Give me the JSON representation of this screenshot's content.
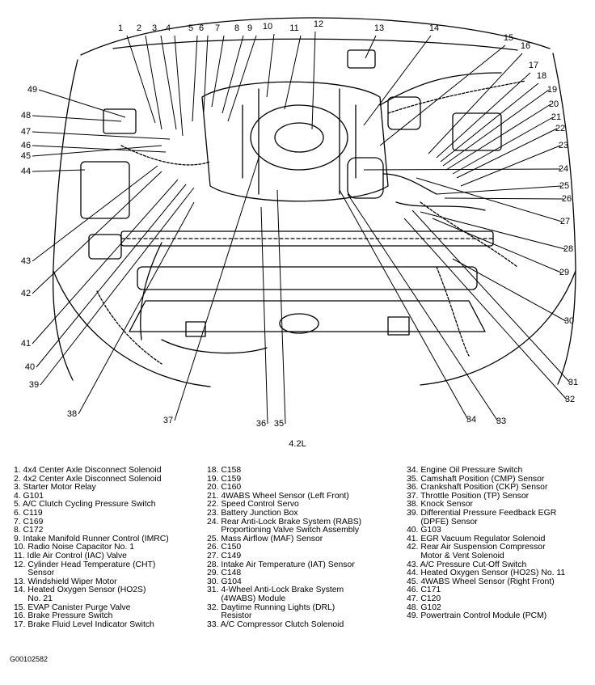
{
  "diagram": {
    "callout_numbers": [
      "1",
      "2",
      "3",
      "4",
      "5",
      "6",
      "7",
      "8",
      "9",
      "10",
      "11",
      "12",
      "13",
      "14",
      "15",
      "16",
      "17",
      "18",
      "19",
      "20",
      "21",
      "22",
      "23",
      "24",
      "25",
      "26",
      "27",
      "28",
      "29",
      "30",
      "31",
      "32",
      "33",
      "34",
      "35",
      "36",
      "37",
      "38",
      "39",
      "40",
      "41",
      "42",
      "43",
      "44",
      "45",
      "46",
      "47",
      "48",
      "49"
    ]
  },
  "caption": "4.2L",
  "legend": {
    "col1": [
      "1. 4x4 Center Axle Disconnect Solenoid",
      "2. 4x2 Center Axle Disconnect Solenoid",
      "3. Starter Motor Relay",
      "4. G101",
      "5. A/C Clutch Cycling Pressure Switch",
      "6. C119",
      "7. C169",
      "8. C172",
      "9. Intake Manifold Runner Control (IMRC)",
      "10. Radio Noise Capacitor No. 1",
      "11. Idle Air Control (IAC) Valve",
      "12. Cylinder Head Temperature (CHT)",
      "      Sensor",
      "13. Windshield Wiper Motor",
      "14. Heated Oxygen Sensor (HO2S)",
      "      No. 21",
      "15. EVAP Canister Purge Valve",
      "16. Brake Pressure Switch",
      "17. Brake Fluid Level Indicator Switch"
    ],
    "col2": [
      "18. C158",
      "19. C159",
      "20. C160",
      "21. 4WABS Wheel Sensor (Left Front)",
      "22. Speed Control Servo",
      "23. Battery Junction Box",
      "24. Rear Anti-Lock Brake System (RABS)",
      "      Proportioning Valve Switch Assembly",
      "25. Mass Airflow (MAF) Sensor",
      "26. C150",
      "27. C149",
      "28. Intake Air Temperature (IAT) Sensor",
      "29. C148",
      "30. G104",
      "31. 4-Wheel Anti-Lock Brake System",
      "      (4WABS) Module",
      "32. Daytime Running Lights (DRL)",
      "      Resistor",
      "33. A/C Compressor Clutch Solenoid"
    ],
    "col3": [
      "34. Engine Oil Pressure Switch",
      "35. Camshaft Position (CMP) Sensor",
      "36. Crankshaft Position (CKP) Sensor",
      "37. Throttle Position (TP) Sensor",
      "38. Knock Sensor",
      "39. Differential Pressure Feedback EGR",
      "      (DPFE) Sensor",
      "40. G103",
      "41. EGR Vacuum Regulator Solenoid",
      "42. Rear Air Suspension Compressor",
      "      Motor & Vent Solenoid",
      "43. A/C Pressure Cut-Off Switch",
      "44. Heated Oxygen Sensor (HO2S) No. 11",
      "45. 4WABS Wheel Sensor (Right Front)",
      "46. C171",
      "47. C120",
      "48. G102",
      "49. Powertrain Control Module (PCM)"
    ]
  },
  "figure_id": "G00102582"
}
